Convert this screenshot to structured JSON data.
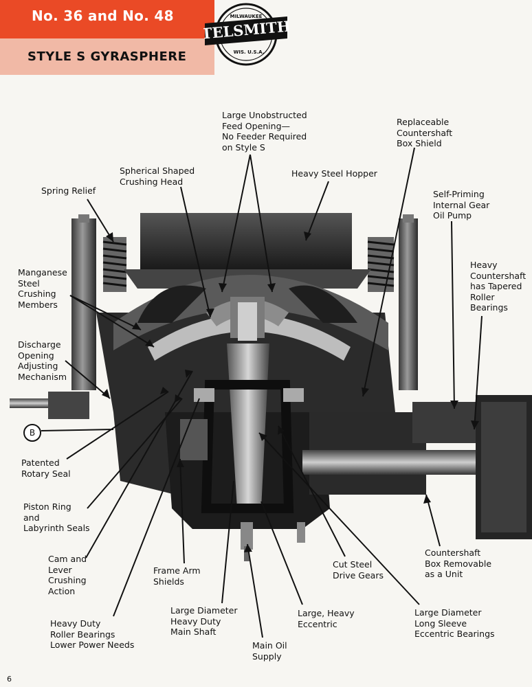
{
  "header": {
    "title": "No. 36 and No. 48",
    "subtitle": "STYLE S GYRASPHERE",
    "colors": {
      "banner_red": "#ea4a26",
      "banner_pink": "#f1b9a6"
    }
  },
  "logo": {
    "brand": "TELSMITH",
    "top_text": "MILWAUKEE",
    "bottom_text": "WIS. U.S.A."
  },
  "labels": {
    "feed_opening": "Large Unobstructed\nFeed Opening—\nNo Feeder Required\non Style S",
    "countershaft_shield": "Replaceable\nCountershaft\nBox Shield",
    "crushing_head": "Spherical Shaped\nCrushing Head",
    "hopper": "Heavy Steel Hopper",
    "spring_relief": "Spring Relief",
    "oil_pump": "Self-Priming\nInternal Gear\nOil Pump",
    "countershaft_bearings": "Heavy\nCountershaft\nhas Tapered\nRoller\nBearings",
    "manganese": "Manganese\nSteel\nCrushing\nMembers",
    "discharge": "Discharge\nOpening\nAdjusting\nMechanism",
    "marker": "B",
    "rotary_seal": "Patented\nRotary Seal",
    "piston_ring": "Piston Ring\nand\nLabyrinth Seals",
    "cam_lever": "Cam and\nLever\nCrushing\nAction",
    "frame_arm": "Frame Arm\nShields",
    "drive_gears": "Cut Steel\nDrive Gears",
    "countershaft_box": "Countershaft\nBox Removable\nas a Unit",
    "main_shaft": "Large Diameter\nHeavy Duty\nMain Shaft",
    "eccentric": "Large, Heavy\nEccentric",
    "long_sleeve": "Large Diameter\nLong Sleeve\nEccentric Bearings",
    "roller_bearings": "Heavy Duty\nRoller Bearings\nLower Power Needs",
    "main_oil": "Main Oil\nSupply"
  },
  "page_number": "6"
}
